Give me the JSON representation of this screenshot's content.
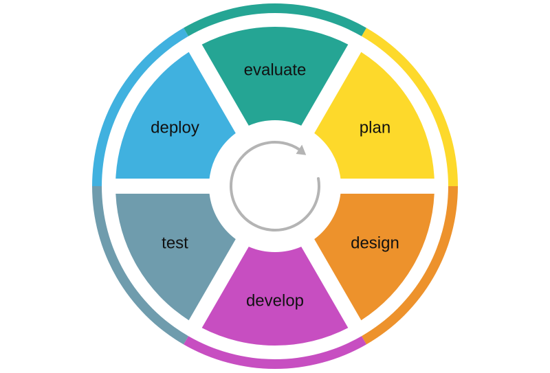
{
  "diagram": {
    "stages": [
      {
        "id": "evaluate",
        "label": "evaluate",
        "color": "#25a594"
      },
      {
        "id": "plan",
        "label": "plan",
        "color": "#fdd92b"
      },
      {
        "id": "design",
        "label": "design",
        "color": "#ed922c"
      },
      {
        "id": "develop",
        "label": "develop",
        "color": "#c74ec1"
      },
      {
        "id": "test",
        "label": "test",
        "color": "#6f9cad"
      },
      {
        "id": "deploy",
        "label": "deploy",
        "color": "#40b1df"
      }
    ],
    "center_icon": "circular-arrow-icon",
    "center_icon_color": "#b4b4b4"
  }
}
